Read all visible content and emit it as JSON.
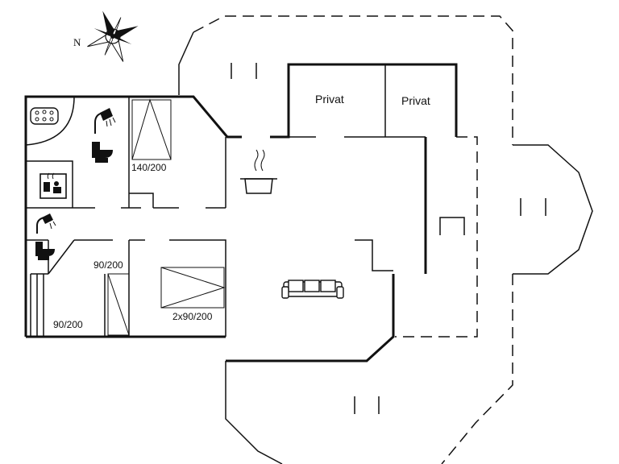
{
  "compass": {
    "north_label": "N",
    "icon": "compass-rose-icon"
  },
  "rooms": {
    "privat_1": "Privat",
    "privat_2": "Privat"
  },
  "beds": {
    "double_bed": "140/200",
    "single_bed_upper": "90/200",
    "single_bed_lower": "90/200",
    "twin_beds": "2x90/200"
  },
  "icons": [
    "compass-rose-icon",
    "whirlpool-icon",
    "shower-icon",
    "toilet-icon",
    "sauna-icon",
    "stove-pot-icon",
    "sofa-icon"
  ]
}
